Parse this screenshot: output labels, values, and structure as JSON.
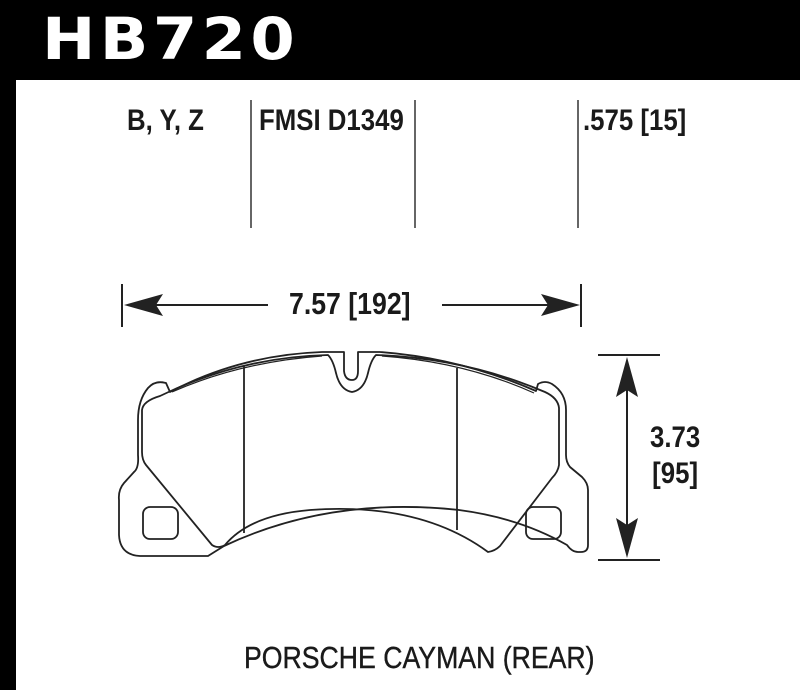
{
  "header": {
    "part_number": "HB720"
  },
  "specs": {
    "compounds": "B, Y, Z",
    "fmsi": "FMSI D1349",
    "thickness": ".575 [15]"
  },
  "dimensions": {
    "width": "7.57 [192]",
    "height_in": "3.73",
    "height_mm": "[95]"
  },
  "application": "PORSCHE CAYMAN (REAR)",
  "colors": {
    "header_bg": "#000000",
    "header_text": "#ffffff",
    "line": "#222222",
    "background": "#ffffff"
  }
}
